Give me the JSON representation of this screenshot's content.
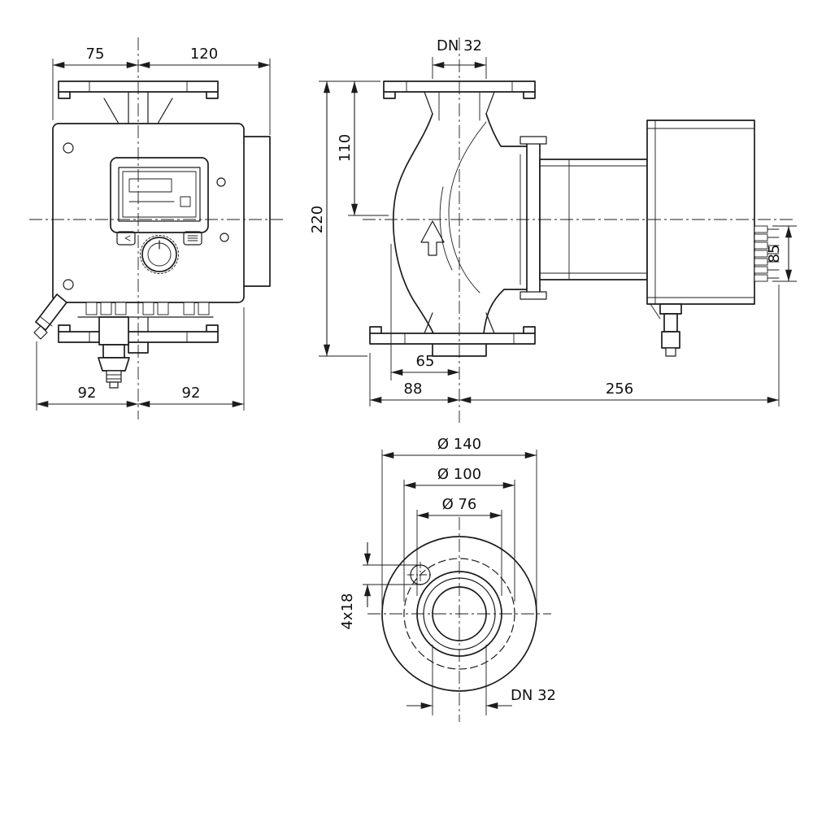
{
  "page": {
    "background": "#ffffff",
    "line_color": "#1c1c1c"
  },
  "front_view": {
    "width_left": "75",
    "width_right": "120",
    "base_left": "92",
    "base_right": "92"
  },
  "side_view": {
    "nominal_diameter_top": "DN 32",
    "overall_height": "220",
    "flange_to_axis": "110",
    "connector_height": "85",
    "volute_to_axis": "65",
    "axis_to_front": "88",
    "axis_to_rear": "256"
  },
  "flange_view": {
    "outer_diameter": "Ø 140",
    "bolt_circle": "Ø 100",
    "raised_face": "Ø 76",
    "bolt_holes": "4x18",
    "nominal_diameter": "DN 32"
  }
}
